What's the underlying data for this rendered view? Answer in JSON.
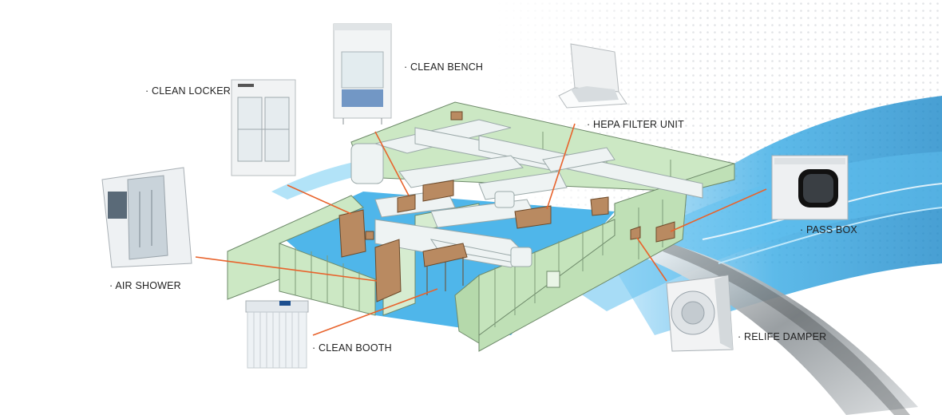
{
  "labels": {
    "clean_bench": "· CLEAN BENCH",
    "clean_locker": "· CLEAN LOCKER",
    "hepa_filter_unit": "· HEPA FILTER UNIT",
    "pass_box": "· PASS BOX",
    "air_shower": "· AIR SHOWER",
    "clean_booth": "· CLEAN BOOTH",
    "relief_damper": "· RELIFE DAMPER"
  },
  "colors": {
    "wall_green": "#cce8c4",
    "floor_blue": "#4fb6ea",
    "duct_white": "#eef3f3",
    "equipment_brown": "#b98a61",
    "leader_orange": "#e8632c",
    "wave_blue": "#1e9ad6"
  }
}
